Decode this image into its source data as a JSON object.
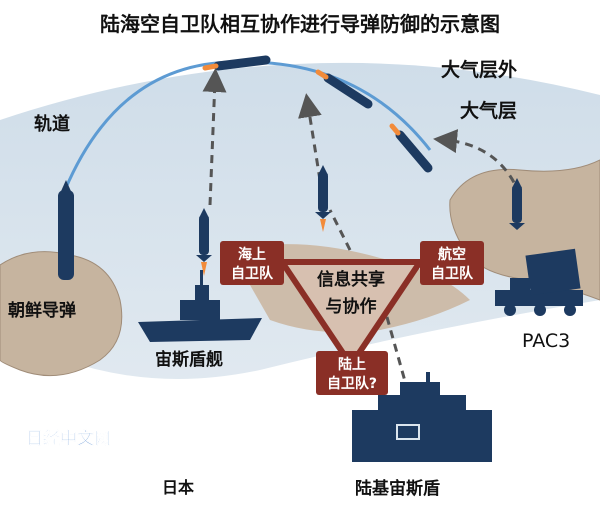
{
  "title": "陆海空自卫队相互协作进行导弹防御的示意图",
  "labels": {
    "outer_atmosphere": "大气层外",
    "atmosphere": "大气层",
    "trajectory": "轨道",
    "nk_missile": "朝鲜导弹",
    "aegis_ship": "宙斯盾舰",
    "pac3": "PAC3",
    "aegis_ashore": "陆基宙斯盾",
    "japan": "日本",
    "watermark": "日经中文网"
  },
  "boxes": {
    "msdf_line1": "海上",
    "msdf_line2": "自卫队",
    "asdf_line1": "航空",
    "asdf_line2": "自卫队",
    "gsdf_line1": "陆上",
    "gsdf_line2": "自卫队?"
  },
  "center": {
    "line1": "信息共享",
    "line2": "与协作"
  },
  "colors": {
    "sky": "#dbe5ee",
    "land": "#c9b8a4",
    "navy": "#1d3a60",
    "arc_blue": "#5d9bd3",
    "box_red": "#8a2f26",
    "triangle_fill": "#d7c0b0",
    "watermark_blue": "#2a6cc4"
  }
}
